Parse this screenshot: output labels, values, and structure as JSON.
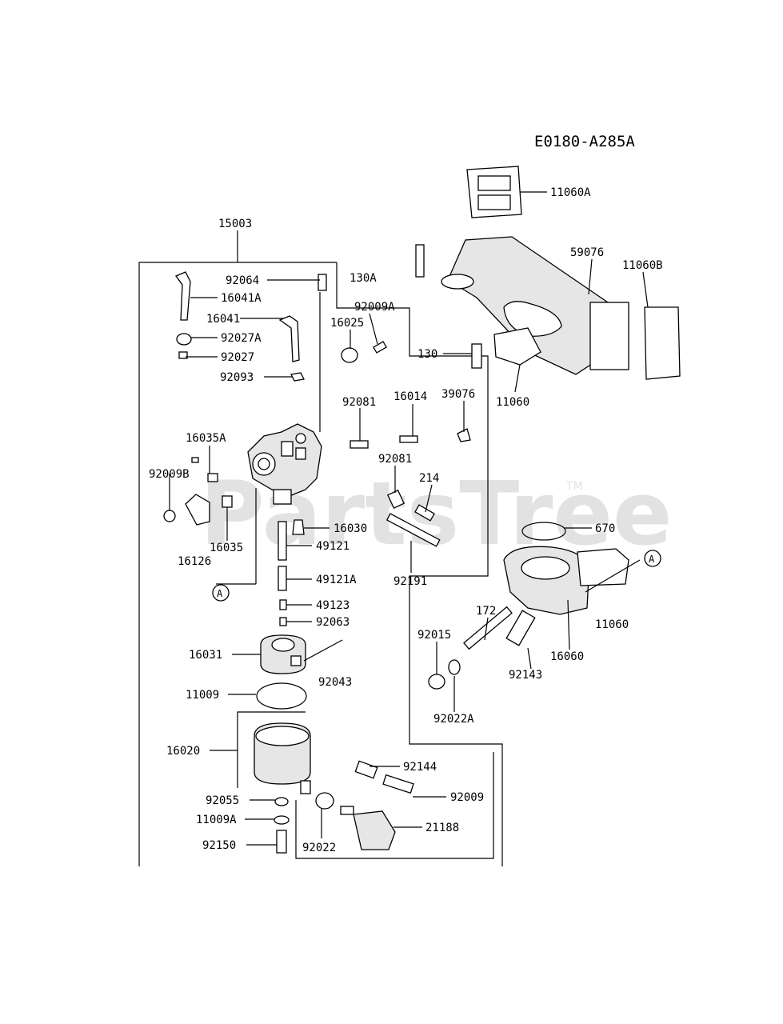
{
  "diagram_code": "E0180-A285A",
  "watermark": {
    "text": "PartsTree",
    "tm": "TM"
  },
  "callouts": {
    "ref_a": "A",
    "p15003": "15003",
    "p130a": "130A",
    "p92064": "92064",
    "p16041a": "16041A",
    "p16041": "16041",
    "p92027a": "92027A",
    "p92027": "92027",
    "p92093": "92093",
    "p92009a": "92009A",
    "p16025": "16025",
    "p92081a": "92081",
    "p16014": "16014",
    "p39076": "39076",
    "p92081b": "92081",
    "p214": "214",
    "p16035a": "16035A",
    "p92009b": "92009B",
    "p16035": "16035",
    "p16126": "16126",
    "p16030": "16030",
    "p49121": "49121",
    "p49121a": "49121A",
    "p49123": "49123",
    "p92063": "92063",
    "p92191": "92191",
    "p16031": "16031",
    "p92043": "92043",
    "p11009": "11009",
    "p16020": "16020",
    "p92055": "92055",
    "p11009a": "11009A",
    "p92150": "92150",
    "p92022": "92022",
    "p92144": "92144",
    "p92009": "92009",
    "p21188": "21188",
    "p11060a": "11060A",
    "p59076": "59076",
    "p11060b": "11060B",
    "p130": "130",
    "p11060top": "11060",
    "p670": "670",
    "p11060bot": "11060",
    "p172": "172",
    "p92015": "92015",
    "p16060": "16060",
    "p92143": "92143",
    "p92022a": "92022A"
  }
}
